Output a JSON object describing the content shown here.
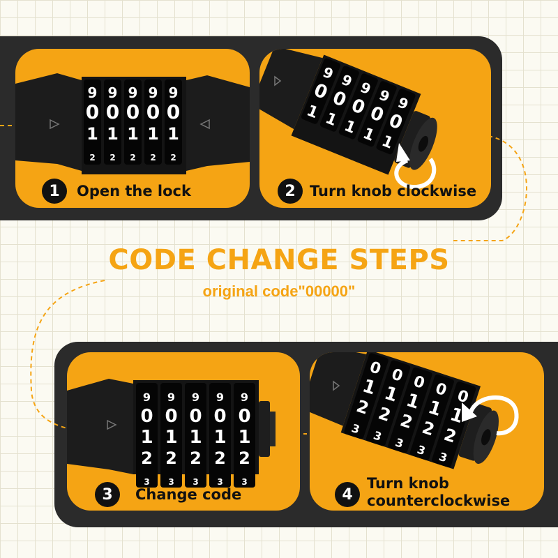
{
  "title": "CODE CHANGE STEPS",
  "subtitle": "original code\"00000\"",
  "colors": {
    "accent": "#f5a414",
    "dark": "#2b2b2b",
    "lock": "#111111"
  },
  "steps": [
    {
      "number": "1",
      "label": "Open the lock"
    },
    {
      "number": "2",
      "label": "Turn knob clockwise"
    },
    {
      "number": "3",
      "label": "Change code"
    },
    {
      "number": "4",
      "label_line1": "Turn knob",
      "label_line2": "counterclockwise"
    }
  ],
  "dials": {
    "step1": {
      "top": "9",
      "middle": "0",
      "bottom": "1",
      "peek": "2"
    },
    "step3": {
      "top": "9",
      "middle": "0",
      "bottom": "1",
      "code": "2",
      "peek": "3"
    }
  },
  "icons": [
    "arrow-triangle-icon",
    "clockwise-arrow-icon",
    "counterclockwise-arrow-icon",
    "dashed-path-line"
  ]
}
